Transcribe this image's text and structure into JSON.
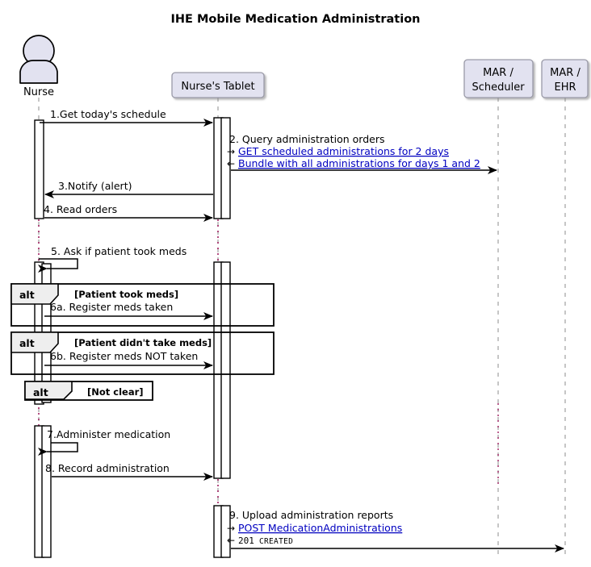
{
  "title": "IHE Mobile Medication Administration",
  "participants": [
    {
      "id": "nurse",
      "label": "Nurse",
      "type": "actor"
    },
    {
      "id": "tablet",
      "label": "Nurse's Tablet",
      "type": "participant"
    },
    {
      "id": "scheduler",
      "label": "MAR /\nScheduler",
      "label_line1": "MAR /",
      "label_line2": "Scheduler",
      "type": "participant"
    },
    {
      "id": "ehr",
      "label": "MAR /\nEHR",
      "label_line1": "MAR /",
      "label_line2": "EHR",
      "type": "participant"
    }
  ],
  "messages": [
    {
      "num": "1",
      "label": "1.Get today's schedule",
      "from": "nurse",
      "to": "tablet",
      "kind": "sync"
    },
    {
      "num": "2",
      "label": "2. Query administration orders",
      "from": "tablet",
      "to": "scheduler",
      "kind": "sync",
      "sublines": [
        {
          "glyph": "→",
          "text": "GET scheduled administrations for 2 days",
          "link": true
        },
        {
          "glyph": "←",
          "text": "Bundle with all administrations for days 1 and 2",
          "link": true
        }
      ]
    },
    {
      "num": "3",
      "label": "3.Notify (alert)",
      "from": "tablet",
      "to": "nurse",
      "kind": "sync"
    },
    {
      "num": "4",
      "label": "4. Read orders",
      "from": "nurse",
      "to": "tablet",
      "kind": "sync"
    },
    {
      "num": "5",
      "label": "5. Ask if patient took meds",
      "from": "nurse",
      "to": "nurse",
      "kind": "self"
    },
    {
      "num": "6a",
      "label": "6a. Register meds taken",
      "from": "nurse",
      "to": "tablet",
      "kind": "sync"
    },
    {
      "num": "6b",
      "label": "6b. Register meds NOT taken",
      "from": "nurse",
      "to": "tablet",
      "kind": "sync"
    },
    {
      "num": "7",
      "label": "7.Administer medication",
      "from": "nurse",
      "to": "nurse",
      "kind": "self"
    },
    {
      "num": "8",
      "label": "8. Record administration",
      "from": "nurse",
      "to": "tablet",
      "kind": "sync"
    },
    {
      "num": "9",
      "label": "9. Upload administration reports",
      "from": "tablet",
      "to": "ehr",
      "kind": "sync",
      "sublines": [
        {
          "glyph": "→",
          "text": "POST MedicationAdministrations",
          "link": true
        },
        {
          "glyph": "←",
          "text": "201",
          "text2": "CREATED",
          "mono": true
        }
      ]
    }
  ],
  "fragments": [
    {
      "keyword": "alt",
      "condition": "[Patient took meds]"
    },
    {
      "keyword": "alt",
      "condition": "[Patient didn't take meds]"
    },
    {
      "keyword": "alt",
      "condition": "[Not clear]"
    }
  ],
  "colors": {
    "participant_fill": "#E2E2F0",
    "participant_border": "#9A9AA8",
    "lifeline": "#A8A8A8",
    "lifeline_gap": "#A02060",
    "link": "#0000C0",
    "fragment_header_fill": "#EEEEEE",
    "line": "#000000",
    "background": "#FFFFFF"
  }
}
